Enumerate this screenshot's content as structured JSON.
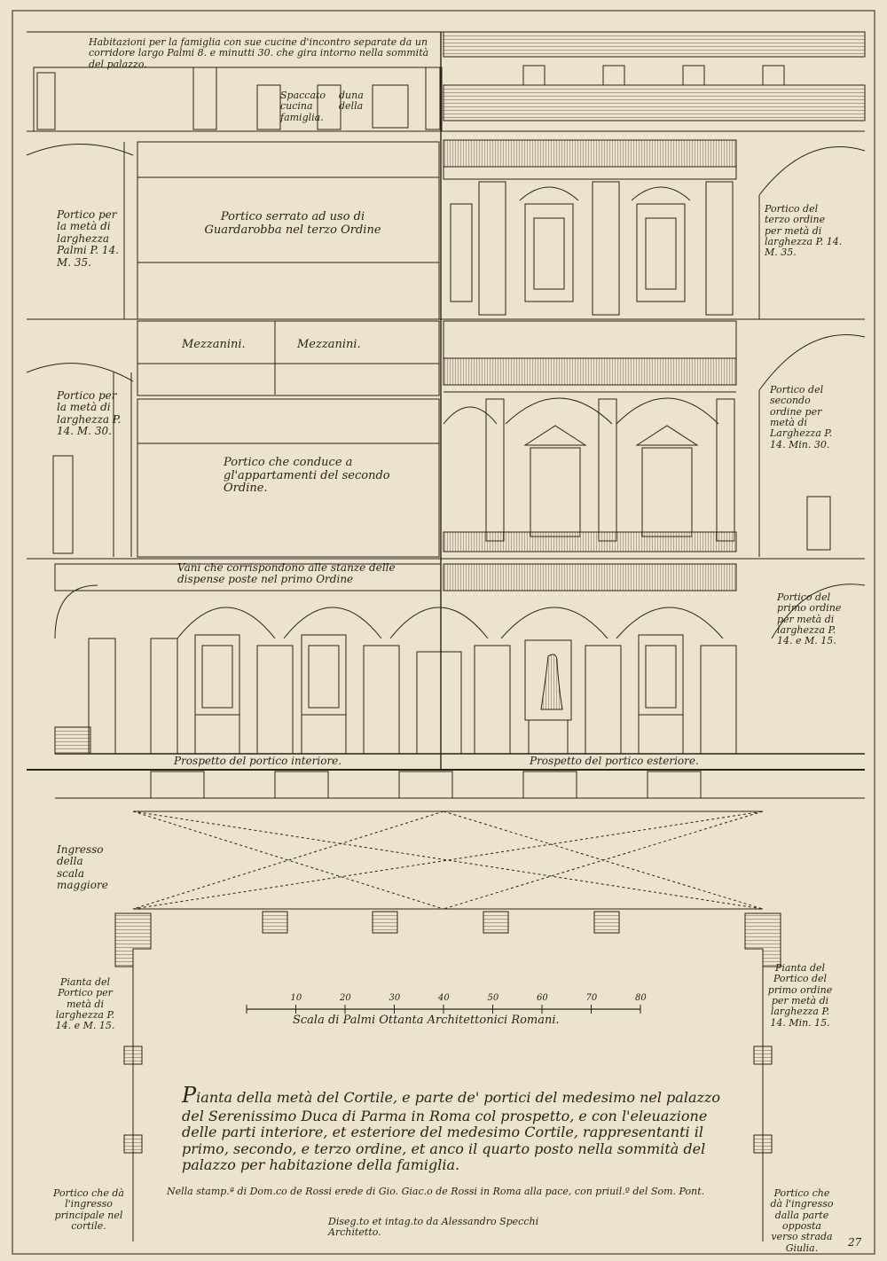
{
  "labels": {
    "famiglia_note": "Habitazioni per la famiglia con sue cucine d'incontro separate da un corridore largo Palmi 8. e minutti 30. che gira intorno nella sommità del palazzo.",
    "spaccato": "Spaccato cucina famiglia.",
    "duna": "duna della",
    "portico_serrato": "Portico serrato ad uso di Guardarobba nel terzo Ordine",
    "portico_terzo_left": "Portico per la metà di larghezza Palmi P. 14. M. 35.",
    "portico_terzo_right": "Portico del terzo ordine per metà di larghezza P. 14. M. 35.",
    "mezzanini_1": "Mezzanini.",
    "mezzanini_2": "Mezzanini.",
    "portico_secondo_left": "Portico per la metà di larghezza P. 14. M. 30.",
    "portico_secondo_right": "Portico del secondo ordine per metà di Larghezza P. 14. Min. 30.",
    "portico_conduce": "Portico che conduce a gl'appartamenti del secondo Ordine.",
    "vani": "Vani che corrispondono alle stanze delle dispense poste nel primo Ordine",
    "portico_primo_right": "Portico del primo ordine per metà di larghezza P. 14. e M. 15.",
    "prospetto_interiore": "Prospetto del portico interiore.",
    "prospetto_esteriore": "Prospetto del portico esteriore.",
    "ingresso_scala": "Ingresso della scala maggiore",
    "pianta_left": "Pianta del Portico per metà di larghezza P. 14. e M. 15.",
    "pianta_right": "Pianta del Portico del primo ordine per metà di larghezza P. 14. Min. 15.",
    "scala": "Scala di Palmi Ottanta Architettonici Romani.",
    "portico_ingresso_left": "Portico che dà l'ingresso principale nel cortile.",
    "portico_ingresso_right": "Portico che dà l'ingresso dalla parte opposta verso strada Giulia.",
    "stampa": "Nella stamp.ª di Dom.co de Rossi erede di Gio. Giac.o de Rossi in Roma alla pace, con priuil.º del Som. Pont.",
    "disegno": "Diseg.to et intag.to da Alessandro Specchi Architetto.",
    "plate_number": "27"
  },
  "title": {
    "initial": "P",
    "text": "ianta della metà del Cortile, e parte de' portici del medesimo nel palazzo del Serenissimo Duca di Parma in Roma col prospetto, e con l'eleuazione delle parti interiore, et esteriore del medesimo Cortile, rappresentanti il primo, secondo, e terzo ordine, et anco il quarto posto nella sommità del palazzo per habitazione della famiglia."
  },
  "scale_ticks": [
    "10",
    "20",
    "30",
    "40",
    "50",
    "60",
    "70",
    "80"
  ],
  "colors": {
    "paper": "#ece3cf",
    "ink": "#2a2218",
    "hatch": "#5a4c3a"
  }
}
